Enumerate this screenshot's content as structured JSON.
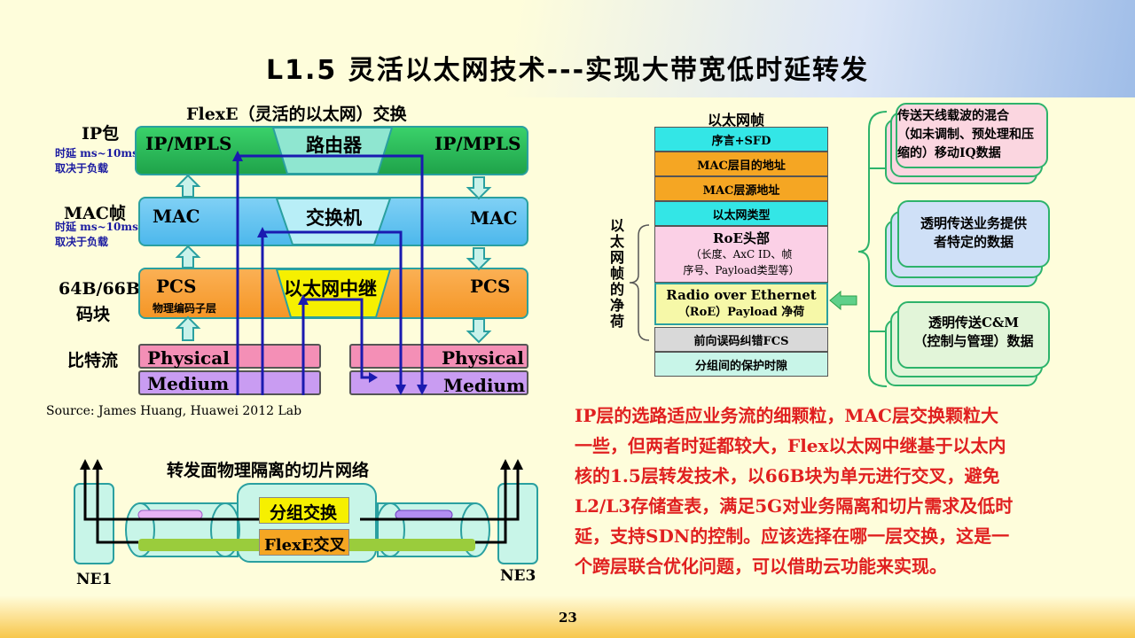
{
  "title": "L1.5 灵活以太网技术---实现大带宽低时延转发",
  "left_diagram": {
    "caption": "FlexE（灵活的以太网）交换",
    "rows": [
      {
        "label": "IP包",
        "note1": "时延 ms~10ms",
        "note2": "取决于负载"
      },
      {
        "label": "MAC帧",
        "note1": "时延 ms~10ms",
        "note2": "取决于负载"
      },
      {
        "label": "64B/66B",
        "label2": "码块"
      },
      {
        "label": "比特流"
      }
    ],
    "ip_left": "IP/MPLS",
    "ip_center": "路由器",
    "ip_right": "IP/MPLS",
    "mac_left": "MAC",
    "mac_center": "交换机",
    "mac_right": "MAC",
    "pcs_left": "PCS",
    "pcs_sub": "物理编码子层",
    "pcs_center": "以太网中继",
    "pcs_right": "PCS",
    "physical_left": "Physical",
    "physical_right": "Physical",
    "medium_left": "Medium",
    "medium_right": "Medium",
    "source": "Source: James Huang, Huawei  2012 Lab"
  },
  "slice_diagram": {
    "caption": "转发面物理隔离的切片网络",
    "packet_switch": "分组交换",
    "flexe_cross": "FlexE交叉",
    "ne_left": "NE1",
    "ne_right": "NE3"
  },
  "frame": {
    "caption": "以太网帧",
    "side_label": "以太网帧的净荷",
    "rows": [
      {
        "text": "序言+SFD",
        "color": "#33e6e6"
      },
      {
        "text": "MAC层目的地址",
        "color": "#f5a623"
      },
      {
        "text": "MAC层源地址",
        "color": "#f5a623"
      },
      {
        "text": "以太网类型",
        "color": "#33e6e6"
      },
      {
        "text": "RoE头部",
        "sub1": "（长度、AxC ID、帧",
        "sub2": "序号、Payload类型等）",
        "color": "#fbd0e6"
      },
      {
        "text": "Radio over Ethernet",
        "sub1": "（RoE）Payload  净荷",
        "color": "#f6f8a8"
      },
      {
        "text": "前向误码纠错FCS",
        "color": "#d9d9d9"
      },
      {
        "text": "分组间的保护时隙",
        "color": "#c8f5e8"
      }
    ]
  },
  "cards": [
    {
      "line1": "传送天线载波的混合",
      "line2": "（如未调制、预处理和压",
      "line3": "缩的）移动IQ数据",
      "color": "#fbd6e0"
    },
    {
      "line1": "透明传送业务提供",
      "line2": "者特定的数据",
      "color": "#cfe0f7"
    },
    {
      "line1": "透明传送C&M",
      "line2": "（控制与管理）数据",
      "color": "#e2f5d9"
    }
  ],
  "paragraph": [
    "IP层的选路适应业务流的细颗粒，MAC层交换颗粒大",
    "一些，但两者时延都较大，Flex以太网中继基于以太内",
    "核的1.5层转发技术，以66B块为单元进行交叉，避免",
    "L2/L3存储查表，满足5G对业务隔离和切片需求及低时",
    "延，支持SDN的控制。应该选择在哪一层交换，这是一",
    "个跨层联合优化问题，可以借助云功能来实现。"
  ],
  "page_number": "23"
}
